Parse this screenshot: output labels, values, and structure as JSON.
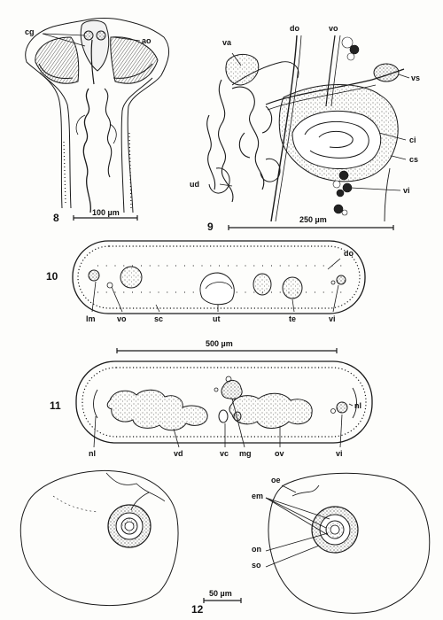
{
  "figures": {
    "fig8": {
      "number": "8",
      "scale": "100 µm",
      "labels": {
        "cg": "cg",
        "ao": "ao"
      }
    },
    "fig9": {
      "number": "9",
      "scale": "250 µm",
      "labels": {
        "va": "va",
        "do": "do",
        "vo": "vo",
        "vs": "vs",
        "ci": "ci",
        "cs": "cs",
        "ud": "ud",
        "vi": "vi"
      }
    },
    "fig10": {
      "number": "10",
      "labels": {
        "do": "do",
        "lm": "lm",
        "vo": "vo",
        "sc": "sc",
        "ut": "ut",
        "te": "te",
        "vi": "vi"
      }
    },
    "shared_scale_10_11": "500 µm",
    "fig11": {
      "number": "11",
      "labels": {
        "nl_left": "nl",
        "nl_right": "nl",
        "vd": "vd",
        "vc": "vc",
        "mg": "mg",
        "ov": "ov",
        "vi": "vi"
      }
    },
    "fig12": {
      "number": "12",
      "scale": "50 µm",
      "labels": {
        "oe": "oe",
        "em": "em",
        "on": "on",
        "so": "so"
      }
    }
  },
  "colors": {
    "ink": "#1a1a1a",
    "paper": "#fdfdfb",
    "bleed": "#9a9a9a"
  }
}
